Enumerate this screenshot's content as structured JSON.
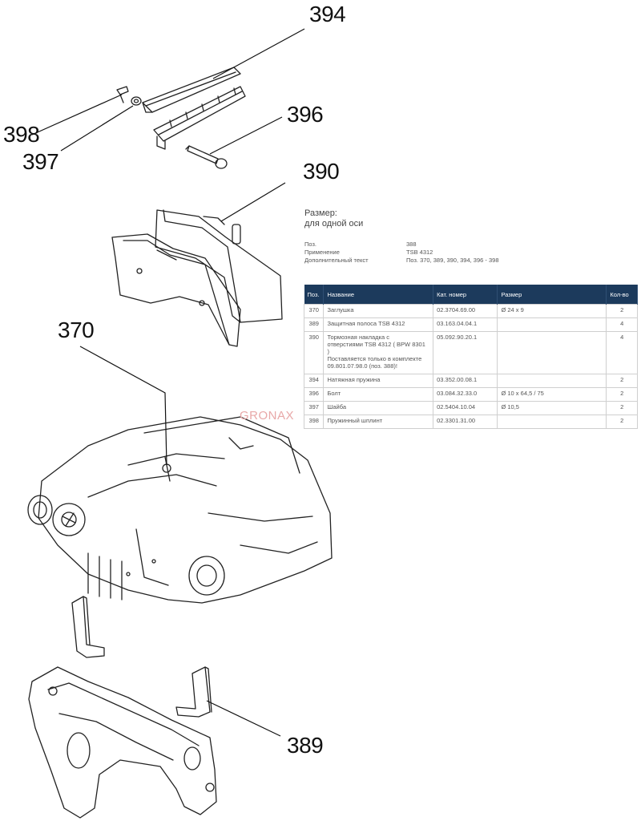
{
  "callouts": {
    "c394": "394",
    "c396": "396",
    "c398": "398",
    "c397": "397",
    "c390": "390",
    "c370": "370",
    "c389": "389"
  },
  "watermark": "GRONAX",
  "info": {
    "title_line1": "Размер:",
    "title_line2": "для одной оси",
    "props": [
      {
        "key": "Поз.",
        "value": "388"
      },
      {
        "key": "Применение",
        "value": "TSB 4312"
      },
      {
        "key": "Дополнительный текст",
        "value": "Поз. 370, 389, 390, 394, 396 - 398"
      }
    ]
  },
  "table": {
    "headers": [
      "Поз.",
      "Название",
      "Кат. номер",
      "Размер",
      "Кол-во"
    ],
    "rows": [
      {
        "pos": "370",
        "name": [
          "Заглушка"
        ],
        "cat": "02.3704.69.00",
        "size": "Ø 24 x 9",
        "qty": "2"
      },
      {
        "pos": "389",
        "name": [
          "Защитная полоса TSB 4312"
        ],
        "cat": "03.163.04.04.1",
        "size": "",
        "qty": "4"
      },
      {
        "pos": "390",
        "name": [
          "Тормозная накладка с",
          "отверстиями TSB 4312 ( BPW 8301",
          ")",
          "Поставляется только в комплекте",
          "09.801.07.98.0 (поз. 388)!"
        ],
        "cat": "05.092.90.20.1",
        "size": "",
        "qty": "4"
      },
      {
        "pos": "394",
        "name": [
          "Натяжная пружина"
        ],
        "cat": "03.352.00.08.1",
        "size": "",
        "qty": "2"
      },
      {
        "pos": "396",
        "name": [
          "Болт"
        ],
        "cat": "03.084.32.33.0",
        "size": "Ø 10 x 64,5 / 75",
        "qty": "2"
      },
      {
        "pos": "397",
        "name": [
          "Шайба"
        ],
        "cat": "02.5404.10.04",
        "size": "Ø 10,5",
        "qty": "2"
      },
      {
        "pos": "398",
        "name": [
          "Пружинный шплинт"
        ],
        "cat": "02.3301.31.00",
        "size": "",
        "qty": "2"
      }
    ]
  }
}
